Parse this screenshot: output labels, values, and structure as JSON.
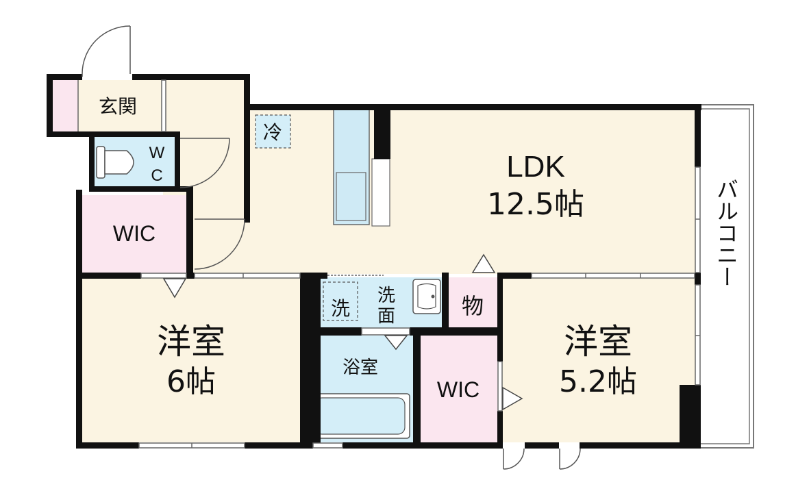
{
  "colors": {
    "wall": "#111111",
    "floor": "#fbf4e2",
    "pink": "#fbe6ef",
    "blue": "#d4eef8",
    "fixture_blue": "#cfeaf5",
    "line": "#666666"
  },
  "rooms": {
    "entrance": {
      "label": "玄関"
    },
    "wc": {
      "label_w": "W",
      "label_c": "C"
    },
    "wic_left": {
      "label": "WIC"
    },
    "ldk": {
      "name": "LDK",
      "size": "12.5帖"
    },
    "fridge": {
      "label": "冷"
    },
    "room_left": {
      "name": "洋室",
      "size": "6帖"
    },
    "washer": {
      "label": "洗"
    },
    "washroom": {
      "label_top": "洗",
      "label_bottom": "面"
    },
    "storage": {
      "label": "物"
    },
    "bathroom": {
      "label": "浴室"
    },
    "wic_right": {
      "label": "WIC"
    },
    "room_right": {
      "name": "洋室",
      "size": "5.2帖"
    },
    "balcony": {
      "label": "バルコニー"
    }
  }
}
